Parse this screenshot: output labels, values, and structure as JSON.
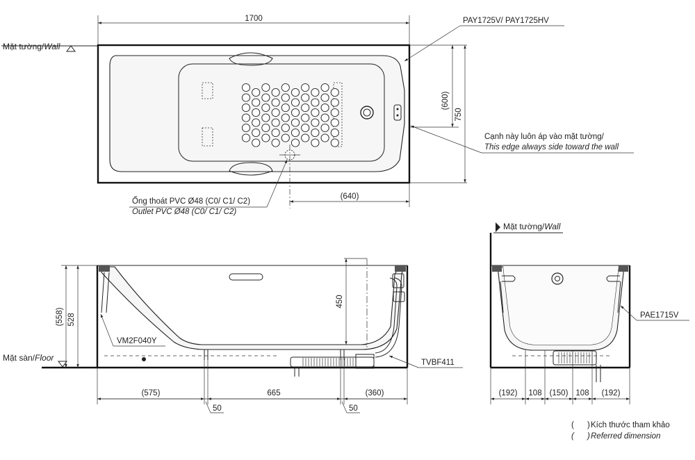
{
  "plan": {
    "dim_length": "1700",
    "model": "PAY1725V/ PAY1725HV",
    "wall_label": "Mặt tường/",
    "wall_label_en": "Wall",
    "dim_600": "(600)",
    "dim_750": "750",
    "edge_note_vi": "Cạnh này luôn áp vào mặt tường/",
    "edge_note_en": "This edge always side toward the wall",
    "drain_vi": "Ống thoát PVC Ø48 (C0/ C1/ C2)",
    "drain_en": "Outlet PVC Ø48 (C0/ C1/ C2)",
    "dim_640": "(640)"
  },
  "side": {
    "dim_558": "(558)",
    "dim_528": "528",
    "dim_450": "450",
    "part_left": "VM2F040Y",
    "floor_label": "Mặt sàn/",
    "floor_label_en": "Floor",
    "part_drain": "TVBF411",
    "dim_575": "(575)",
    "dim_665": "665",
    "dim_360": "(360)",
    "dim_50a": "50",
    "dim_50b": "50"
  },
  "end": {
    "wall_label": "Mặt tường/",
    "wall_label_en": "Wall",
    "part_apron": "PAE1715V",
    "dims": [
      "(192)",
      "108",
      "(150)",
      "108",
      "(192)"
    ]
  },
  "legend": {
    "paren": "(      )",
    "vi": "Kích thước tham khảo",
    "en": "Referred dimension"
  }
}
